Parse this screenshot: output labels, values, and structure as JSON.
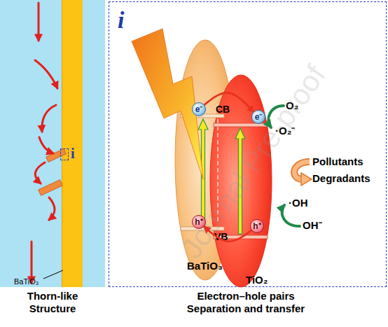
{
  "diagram": {
    "nodes": [
      {
        "text": [
          "Thorn-like Structure"
        ]
      },
      {
        "text": [
          "i"
        ],
        "in": 0
      },
      {
        "text": [
          "i",
          "Electron–hole pairs Separation and transfer"
        ]
      },
      {
        "text": [
          "BaTiO₃"
        ],
        "in": 2
      },
      {
        "text": [
          "e⁻"
        ],
        "in": 3
      },
      {
        "text": [
          "h⁺"
        ],
        "in": 3
      },
      {
        "text": [
          "TiO₂"
        ],
        "in": 2
      },
      {
        "text": [
          "e⁻"
        ],
        "in": 6
      },
      {
        "text": [
          "h⁺"
        ],
        "in": 6
      }
    ],
    "edges": [
      {
        "from": 4,
        "to": 7,
        "arrow": "to"
      },
      {
        "from": 8,
        "to": 5,
        "arrow": "to"
      }
    ],
    "labels": [
      "CB",
      "VB",
      "O₂",
      "·O₂⁻",
      "Pollutants",
      "Degradants",
      "·OH",
      "OH⁻",
      "BaTiO₃",
      "Journal Pre-proof"
    ]
  }
}
